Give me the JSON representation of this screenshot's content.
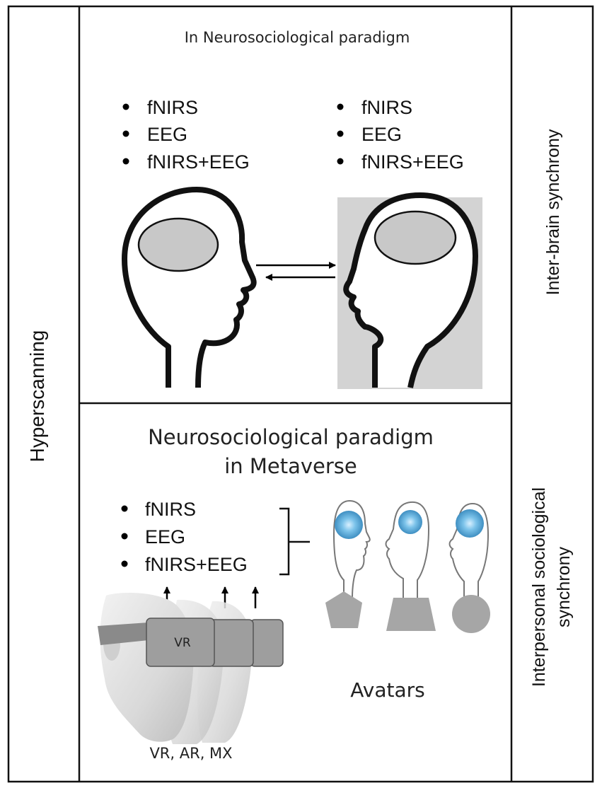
{
  "left_label": "Hyperscanning",
  "top_panel": {
    "title": "In Neurosociological paradigm",
    "left_list": [
      "fNIRS",
      "EEG",
      "fNIRS+EEG"
    ],
    "right_list": [
      "fNIRS",
      "EEG",
      "fNIRS+EEG"
    ]
  },
  "bottom_panel": {
    "title_line1": "Neurosociological paradigm",
    "title_line2": "in Metaverse",
    "list": [
      "fNIRS",
      "EEG",
      "fNIRS+EEG"
    ],
    "headset_label": "VR",
    "devices_caption": "VR, AR, MX",
    "avatars_caption": "Avatars"
  },
  "right_labels": {
    "top": "Inter-brain synchrony",
    "bottom_line1": "Interpersonal sociological",
    "bottom_line2": "synchrony"
  },
  "colors": {
    "border": "#111111",
    "shaded_box": "#d3d3d3",
    "brain_fill": "#c8c8c8",
    "avatar_gray": "#a6a6a6",
    "headset_gray": "#9e9e9e",
    "brain_glow": "#5aa9d6"
  }
}
